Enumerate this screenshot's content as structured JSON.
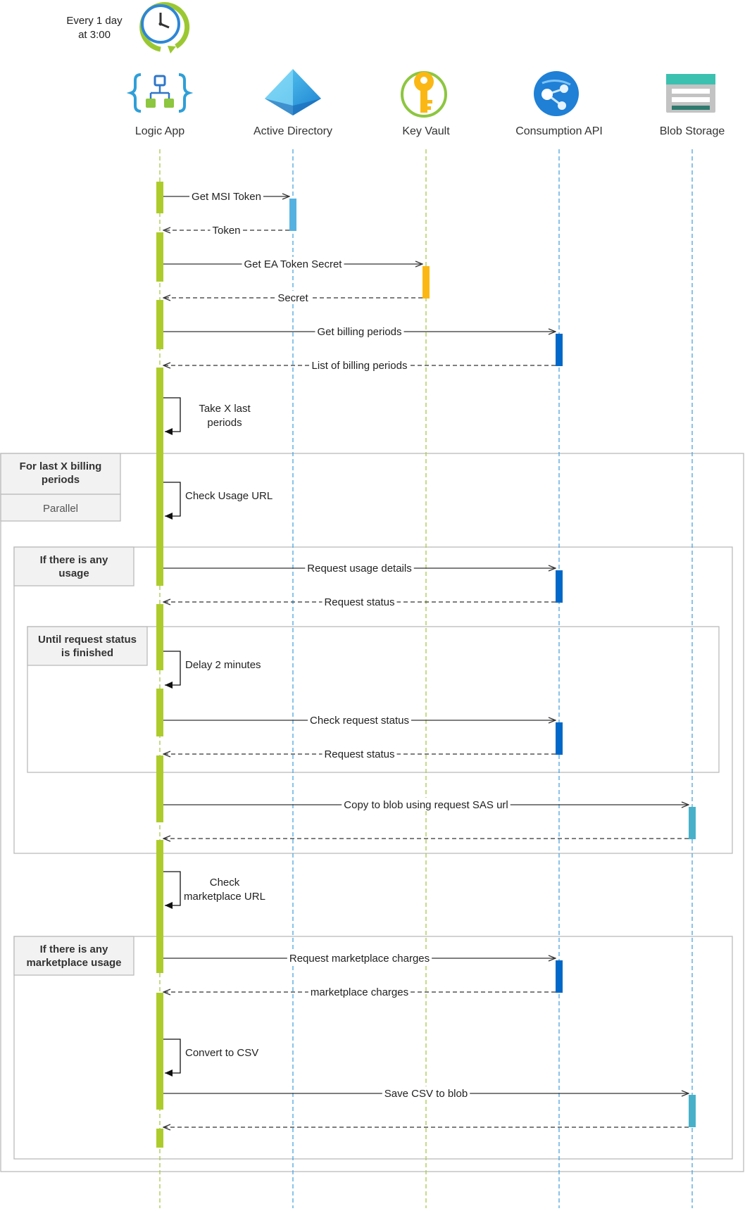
{
  "schedule": {
    "line1": "Every 1 day",
    "line2": "at 3:00"
  },
  "actors": [
    {
      "id": "logic",
      "label": "Logic App",
      "icon": "logic-app-icon",
      "lifeline_color": "#a8c94a",
      "activation_color": "#adcc2c"
    },
    {
      "id": "ad",
      "label": "Active Directory",
      "icon": "active-directory-icon",
      "lifeline_color": "#4aa3df",
      "activation_color": "#55b2e0"
    },
    {
      "id": "kv",
      "label": "Key Vault",
      "icon": "key-vault-icon",
      "lifeline_color": "#a8c94a",
      "activation_color": "#fbb814"
    },
    {
      "id": "api",
      "label": "Consumption API",
      "icon": "consumption-api-icon",
      "lifeline_color": "#4aa3df",
      "activation_color": "#0068c8"
    },
    {
      "id": "blob",
      "label": "Blob Storage",
      "icon": "blob-storage-icon",
      "lifeline_color": "#4aa3df",
      "activation_color": "#48b1c9"
    }
  ],
  "messages": [
    {
      "from": "logic",
      "to": "ad",
      "label": "Get MSI Token",
      "type": "sync"
    },
    {
      "from": "ad",
      "to": "logic",
      "label": "Token",
      "type": "reply"
    },
    {
      "from": "logic",
      "to": "kv",
      "label": "Get EA Token Secret",
      "type": "sync"
    },
    {
      "from": "kv",
      "to": "logic",
      "label": "Secret",
      "type": "reply"
    },
    {
      "from": "logic",
      "to": "api",
      "label": "Get billing periods",
      "type": "sync"
    },
    {
      "from": "api",
      "to": "logic",
      "label": "List of billing periods",
      "type": "reply"
    },
    {
      "from": "logic",
      "to": "logic",
      "label": "Take X last periods",
      "lines": [
        "Take X last",
        "periods"
      ],
      "type": "self"
    },
    {
      "from": "logic",
      "to": "logic",
      "label": "Check Usage URL",
      "lines": [
        "Check Usage URL"
      ],
      "type": "self"
    },
    {
      "from": "logic",
      "to": "api",
      "label": "Request usage details",
      "type": "sync"
    },
    {
      "from": "api",
      "to": "logic",
      "label": "Request status",
      "type": "reply"
    },
    {
      "from": "logic",
      "to": "logic",
      "label": "Delay 2 minutes",
      "lines": [
        "Delay 2 minutes"
      ],
      "type": "self"
    },
    {
      "from": "logic",
      "to": "api",
      "label": "Check request status",
      "type": "sync"
    },
    {
      "from": "api",
      "to": "logic",
      "label": "Request status",
      "type": "reply"
    },
    {
      "from": "logic",
      "to": "blob",
      "label": "Copy to blob using request SAS url",
      "type": "sync"
    },
    {
      "from": "blob",
      "to": "logic",
      "label": "",
      "type": "reply"
    },
    {
      "from": "logic",
      "to": "logic",
      "label": "Check marketplace URL",
      "lines": [
        "Check",
        "marketplace URL"
      ],
      "type": "self"
    },
    {
      "from": "logic",
      "to": "api",
      "label": "Request marketplace charges",
      "type": "sync"
    },
    {
      "from": "api",
      "to": "logic",
      "label": "marketplace charges",
      "type": "reply"
    },
    {
      "from": "logic",
      "to": "logic",
      "label": "Convert to CSV",
      "lines": [
        "Convert to CSV"
      ],
      "type": "self"
    },
    {
      "from": "logic",
      "to": "blob",
      "label": "Save CSV to blob",
      "type": "sync"
    },
    {
      "from": "blob",
      "to": "logic",
      "label": "",
      "type": "reply"
    }
  ],
  "frames": [
    {
      "id": "parallel",
      "title_lines": [
        "For last X billing",
        "periods"
      ],
      "subtitle": "Parallel"
    },
    {
      "id": "if-usage",
      "title_lines": [
        "If there is any",
        "usage"
      ],
      "subtitle": ""
    },
    {
      "id": "until-finished",
      "title_lines": [
        "Until request status",
        "is finished"
      ],
      "subtitle": ""
    },
    {
      "id": "if-marketplace",
      "title_lines": [
        "If there is any",
        "marketplace usage"
      ],
      "subtitle": ""
    }
  ],
  "colors": {
    "message_line": "#333333",
    "frame_border": "#bbbbbb",
    "frame_header_bg": "#f2f2f2"
  }
}
